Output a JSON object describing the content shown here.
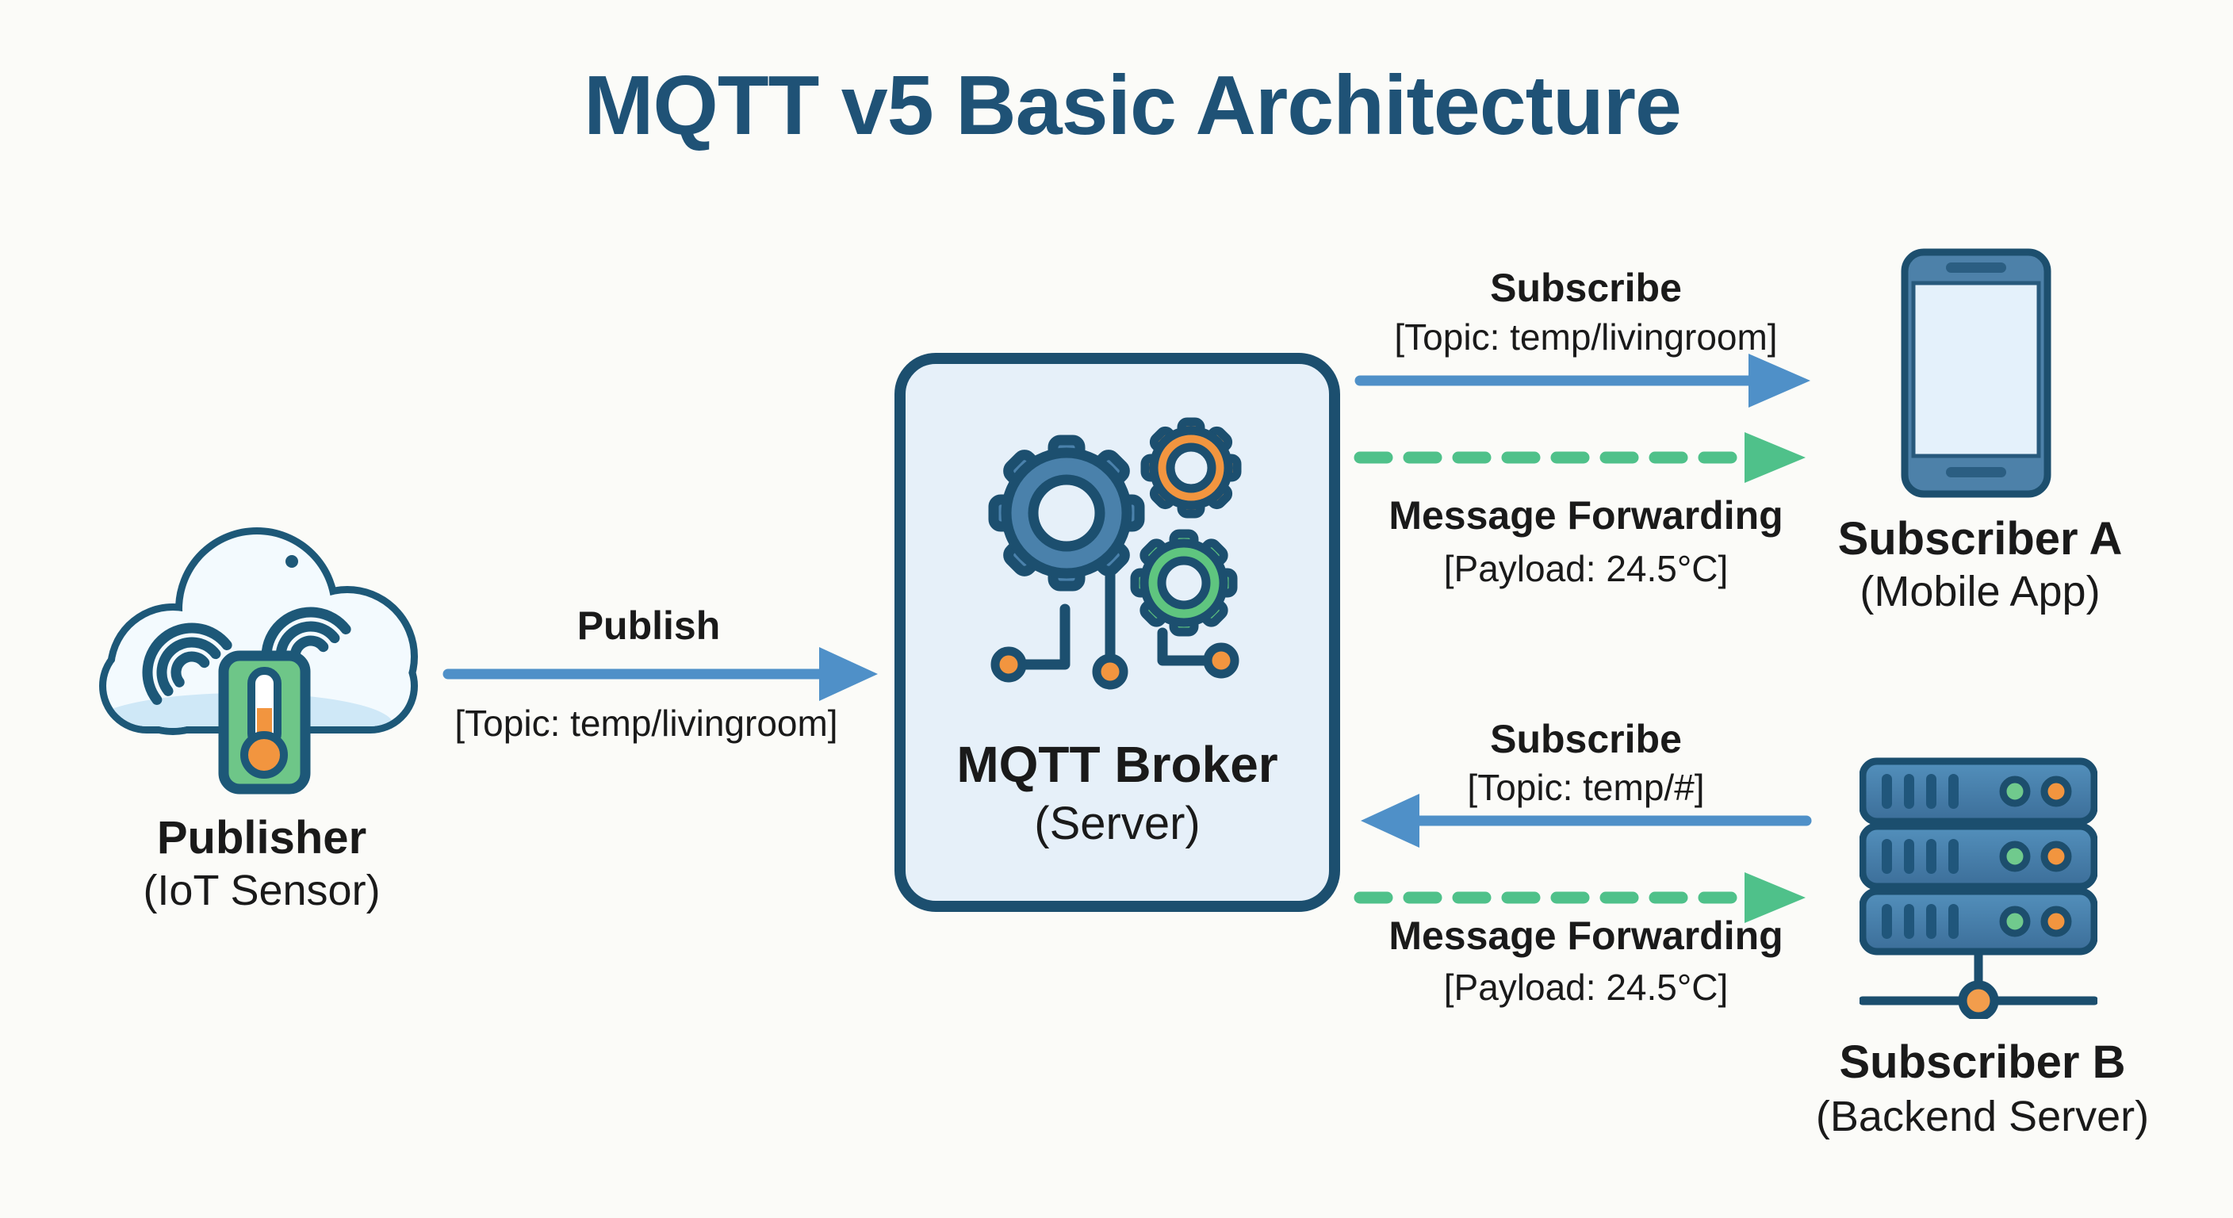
{
  "title": "MQTT v5 Basic Architecture",
  "nodes": {
    "publisher": {
      "name": "Publisher",
      "sub": "(IoT Sensor)",
      "icon": "cloud-iot-sensor-icon"
    },
    "broker": {
      "name": "MQTT Broker",
      "sub": "(Server)",
      "icon": "gears-icon"
    },
    "subscriber_a": {
      "name": "Subscriber A",
      "sub": "(Mobile App)",
      "icon": "smartphone-icon"
    },
    "subscriber_b": {
      "name": "Subscriber B",
      "sub": "(Backend Server)",
      "icon": "server-rack-icon"
    }
  },
  "flows": {
    "publish": {
      "label": "Publish",
      "detail": "[Topic: temp/livingroom]",
      "from": "publisher",
      "to": "broker",
      "style": "solid",
      "direction": "right"
    },
    "subscribe_a": {
      "label": "Subscribe",
      "detail": "[Topic: temp/livingroom]",
      "from": "subscriber_a",
      "to": "broker",
      "style": "solid",
      "direction": "right"
    },
    "forward_a": {
      "label": "Message Forwarding",
      "detail": "[Payload: 24.5°C]",
      "from": "broker",
      "to": "subscriber_a",
      "style": "dashed",
      "direction": "right"
    },
    "subscribe_b": {
      "label": "Subscribe",
      "detail": "[Topic: temp/#]",
      "from": "subscriber_b",
      "to": "broker",
      "style": "solid",
      "direction": "left"
    },
    "forward_b": {
      "label": "Message Forwarding",
      "detail": "[Payload: 24.5°C]",
      "from": "broker",
      "to": "subscriber_b",
      "style": "dashed",
      "direction": "right"
    }
  },
  "colors": {
    "background": "#fbfbf8",
    "title": "#1f5276",
    "text": "#1a1a1a",
    "arrow_blue": "#4f90c8",
    "arrow_green": "#4fc18a",
    "outline": "#1c4f6f",
    "broker_fill": "#e6f0f9",
    "accent_orange": "#f2953f",
    "accent_green": "#5fc57f",
    "accent_blue": "#4a81ab"
  }
}
